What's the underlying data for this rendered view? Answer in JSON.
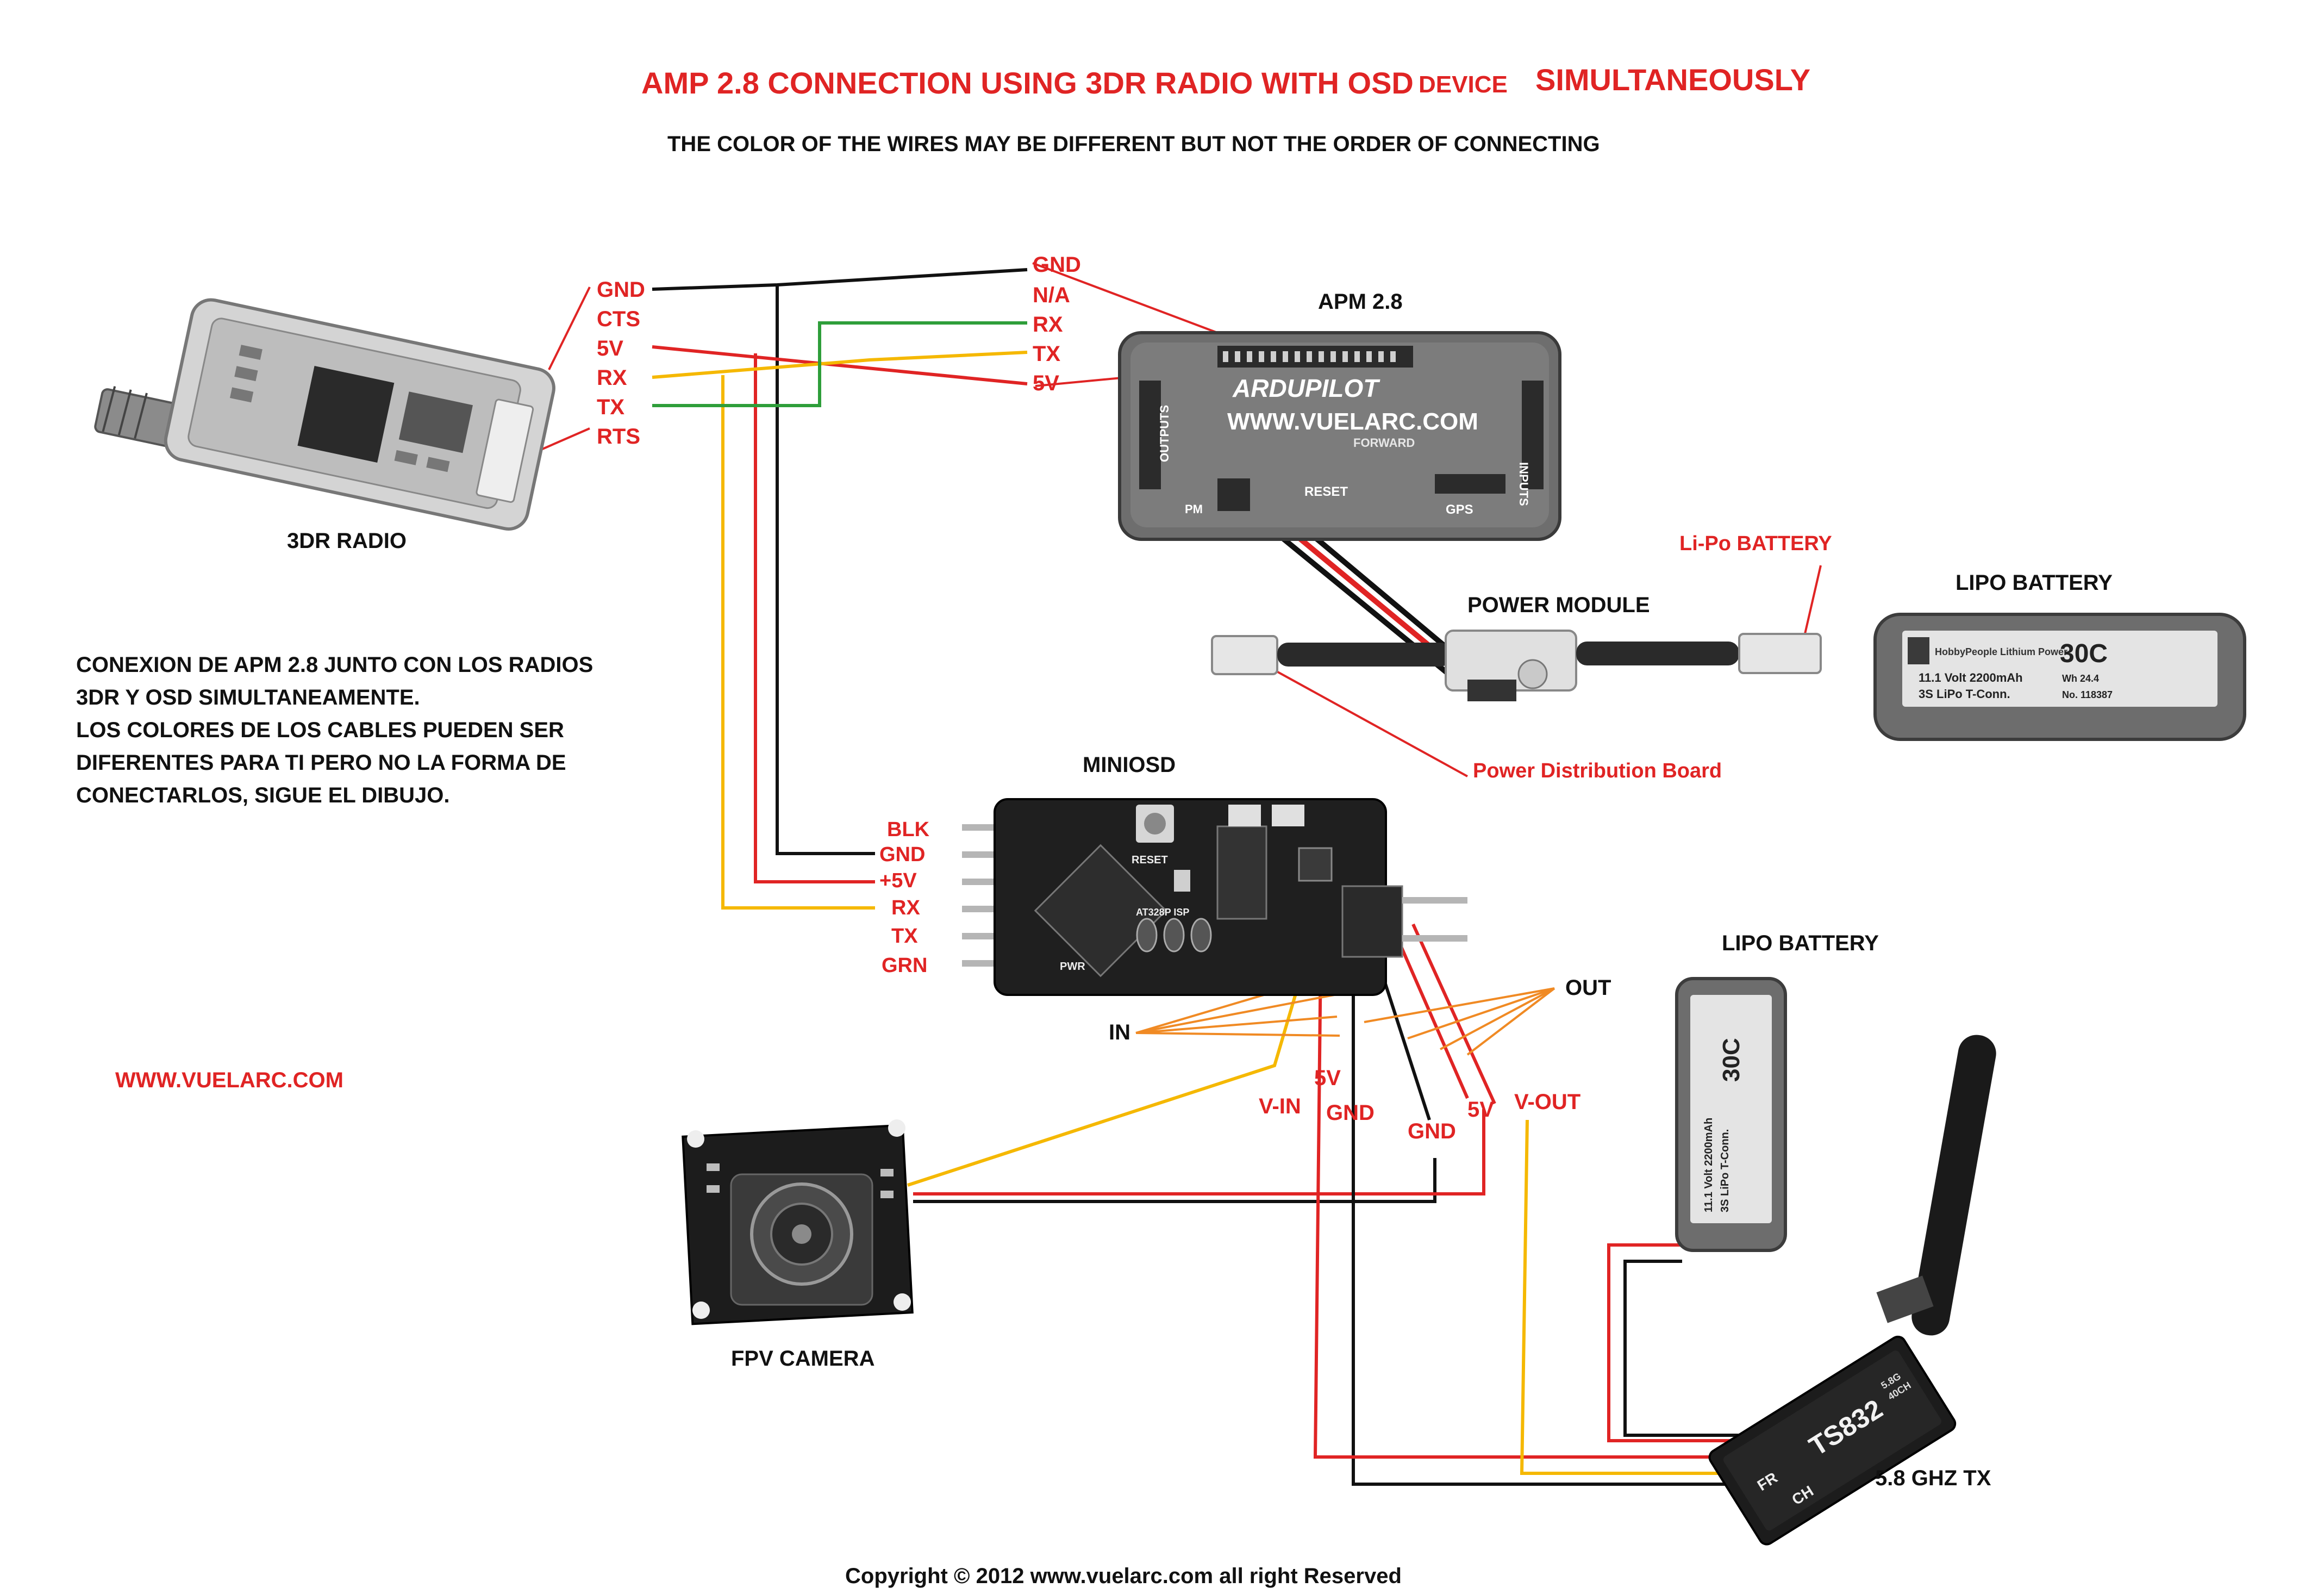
{
  "title": {
    "part1": "AMP 2.8 CONNECTION USING 3DR RADIO WITH OSD",
    "part2": "DEVICE",
    "part3": "SIMULTANEOUSLY"
  },
  "subtitle": "THE  COLOR OF THE WIRES MAY BE DIFFERENT BUT NOT THE ORDER OF CONNECTING",
  "colors": {
    "label_red": "#e02424",
    "label_black": "#111111",
    "wire_black": "#111111",
    "wire_red": "#e02424",
    "wire_yellow": "#f5b800",
    "wire_green": "#2e9e3a",
    "wire_orange": "#f08a24"
  },
  "radio": {
    "caption": "3DR RADIO",
    "pins": [
      "GND",
      "CTS",
      "5V",
      "RX",
      "TX",
      "RTS"
    ],
    "icon": "3dr-radio-module-icon"
  },
  "apm": {
    "caption": "APM 2.8",
    "pins": [
      "GND",
      "N/A",
      "RX",
      "TX",
      "5V"
    ],
    "board_text": "WWW.VUELARC.COM",
    "logo_text": "ARDUPILOT",
    "forward_text": "FORWARD",
    "reset_text": "RESET",
    "gps_text": "GPS",
    "outputs_text": "OUTPUTS",
    "inputs_text": "INPUTS",
    "pm_text": "PM",
    "icon": "apm-flight-controller-icon"
  },
  "power": {
    "caption": "POWER MODULE",
    "lipo_label": "Li-Po BATTERY",
    "pdb_label": "Power Distribution Board",
    "icon": "power-module-icon"
  },
  "lipo1": {
    "caption": "LIPO BATTERY",
    "brand": "HobbyPeople Lithium Power",
    "rating": "30C",
    "spec1": "11.1 Volt 2200mAh",
    "spec2": "3S LiPo T-Conn.",
    "wh": "Wh 24.4",
    "serial": "No. 118387",
    "icon": "lipo-battery-icon"
  },
  "lipo2": {
    "caption": "LIPO BATTERY",
    "rating": "30C",
    "spec1": "11.1 Volt 2200mAh",
    "spec2": "3S LiPo T-Conn.",
    "icon": "lipo-battery-vertical-icon"
  },
  "minosd": {
    "caption": "MINIOSD",
    "pins": [
      "BLK",
      "GND",
      "+5V",
      "RX",
      "TX",
      "GRN"
    ],
    "reset_text": "RESET",
    "pwr_text": "PWR",
    "chip_text": "AT328P ISP",
    "icon": "miniosd-board-icon"
  },
  "video": {
    "in_label": "IN",
    "out_label": "OUT",
    "cam_pins": [
      "5V",
      "V-IN",
      "GND"
    ],
    "tx_pins": [
      "GND",
      "5V",
      "V-OUT"
    ]
  },
  "camera": {
    "caption": "FPV CAMERA",
    "icon": "fpv-camera-icon"
  },
  "vtx": {
    "caption": "5.8 GHZ  TX",
    "model": "TS832",
    "sub1": "5.8G",
    "sub2": "40CH",
    "fr": "FR",
    "ch": "CH",
    "icon": "video-transmitter-icon"
  },
  "spanish_note": [
    "CONEXION DE APM 2.8 JUNTO CON LOS RADIOS",
    "3DR Y OSD SIMULTANEAMENTE.",
    "LOS COLORES DE LOS CABLES PUEDEN SER",
    "DIFERENTES PARA TI PERO NO LA FORMA DE",
    "CONECTARLOS, SIGUE EL DIBUJO."
  ],
  "website": "WWW.VUELARC.COM",
  "copyright": "Copyright © 2012  www.vuelarc.com  all right Reserved"
}
